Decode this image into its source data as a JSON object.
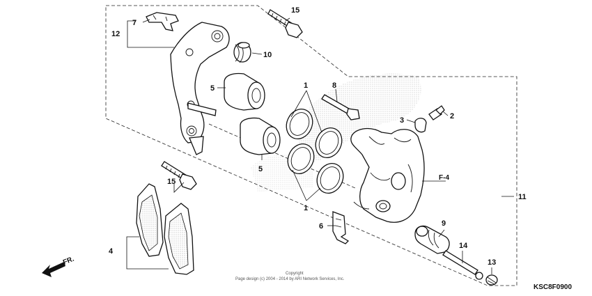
{
  "diagram": {
    "labels": {
      "l1_top": "1",
      "l1_bottom": "1",
      "l2": "2",
      "l3": "3",
      "l4": "4",
      "l5_top": "5",
      "l5_bottom": "5",
      "l6": "6",
      "l7": "7",
      "l8": "8",
      "l9": "9",
      "l10": "10",
      "l11": "11",
      "l12": "12",
      "l13": "13",
      "l14": "14",
      "l15_top": "15",
      "l15_bottom": "15"
    },
    "reference": "F-4",
    "direction": "FR.",
    "copyright_line1": "Copyright",
    "copyright_line2": "Page design (c) 2004 - 2014 by ARI Network Services, Inc.",
    "diagram_code": "KSC8F0900"
  }
}
